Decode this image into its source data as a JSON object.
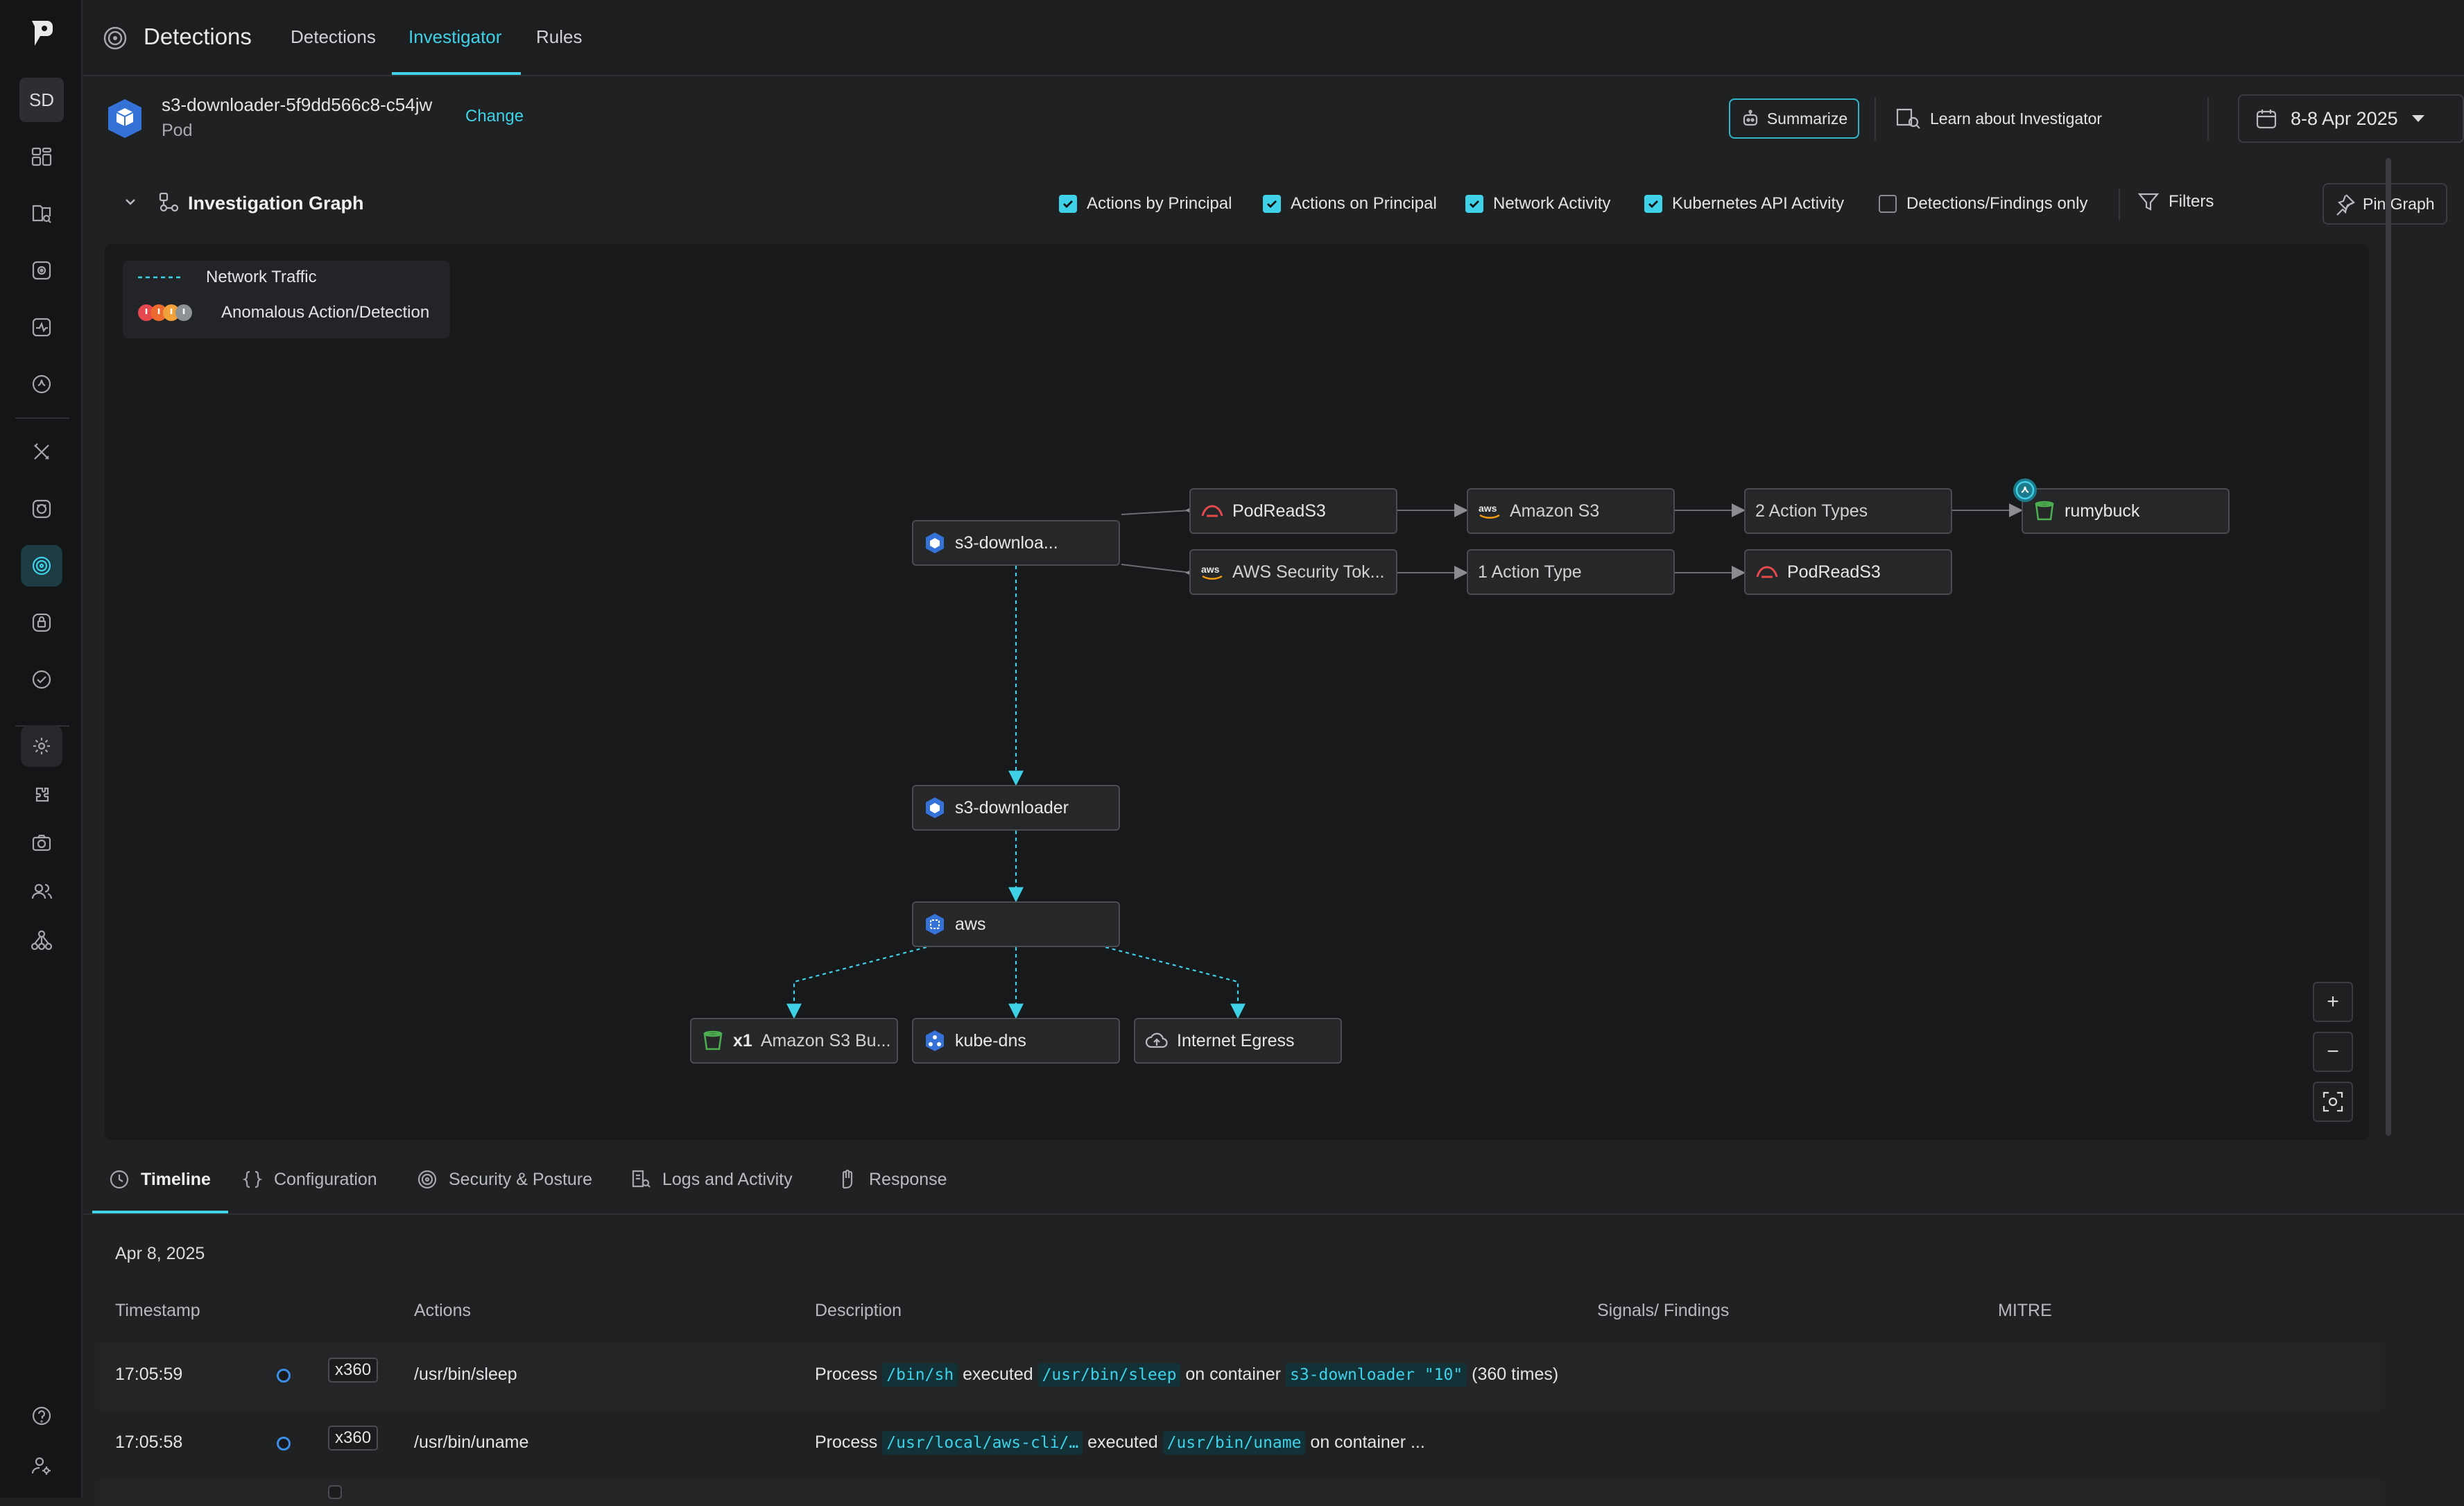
{
  "rail": {
    "avatar": "SD"
  },
  "topbar": {
    "app_title": "Detections",
    "tabs": [
      "Detections",
      "Investigator",
      "Rules"
    ],
    "active_tab": "Investigator"
  },
  "context": {
    "entity_name": "s3-downloader-5f9dd566c8-c54jw",
    "entity_kind": "Pod",
    "change_label": "Change",
    "summarize_label": "Summarize",
    "learn_label": "Learn about Investigator",
    "date_range": "8-8 Apr 2025"
  },
  "graph_header": {
    "title": "Investigation Graph",
    "filters": [
      {
        "label": "Actions by Principal",
        "checked": true
      },
      {
        "label": "Actions on Principal",
        "checked": true
      },
      {
        "label": "Network Activity",
        "checked": true
      },
      {
        "label": "Kubernetes API Activity",
        "checked": true
      },
      {
        "label": "Detections/Findings only",
        "checked": false
      }
    ],
    "filters_label": "Filters",
    "pin_label": "Pin Graph"
  },
  "legend": {
    "network": "Network Traffic",
    "anomalous": "Anomalous Action/Detection"
  },
  "graph": {
    "nodes": {
      "root": "s3-downloa...",
      "read1": "PodReadS3",
      "s3": "Amazon S3",
      "types2": "2 Action Types",
      "bucket": "rumybuck",
      "sts": "AWS Security Tok...",
      "type1": "1 Action Type",
      "read2": "PodReadS3",
      "container": "s3-downloader",
      "ns": "aws",
      "s3b_count": "x1",
      "s3b": "Amazon S3 Bu...",
      "dns": "kube-dns",
      "egress": "Internet Egress"
    }
  },
  "zoom": {
    "in": "+",
    "out": "−"
  },
  "bottom_tabs": [
    "Timeline",
    "Configuration",
    "Security & Posture",
    "Logs and Activity",
    "Response"
  ],
  "timeline": {
    "date": "Apr 8, 2025",
    "headers": {
      "timestamp": "Timestamp",
      "actions": "Actions",
      "description": "Description",
      "signals": "Signals/ Findings",
      "mitre": "MITRE"
    },
    "rows": [
      {
        "time": "17:05:59",
        "count": "x360",
        "action": "/usr/bin/sleep",
        "d1": "Process",
        "c1": "/bin/sh",
        "d2": "executed",
        "c2": "/usr/bin/sleep",
        "d3": "on container",
        "c3": "s3-downloader \"10\"",
        "d4": "(360 times)"
      },
      {
        "time": "17:05:58",
        "count": "x360",
        "action": "/usr/bin/uname",
        "d1": "Process",
        "c1": "/usr/local/aws-cli/…",
        "d2": "executed",
        "c2": "/usr/bin/uname",
        "d3": "on container ...",
        "c3": "",
        "d4": ""
      }
    ]
  }
}
